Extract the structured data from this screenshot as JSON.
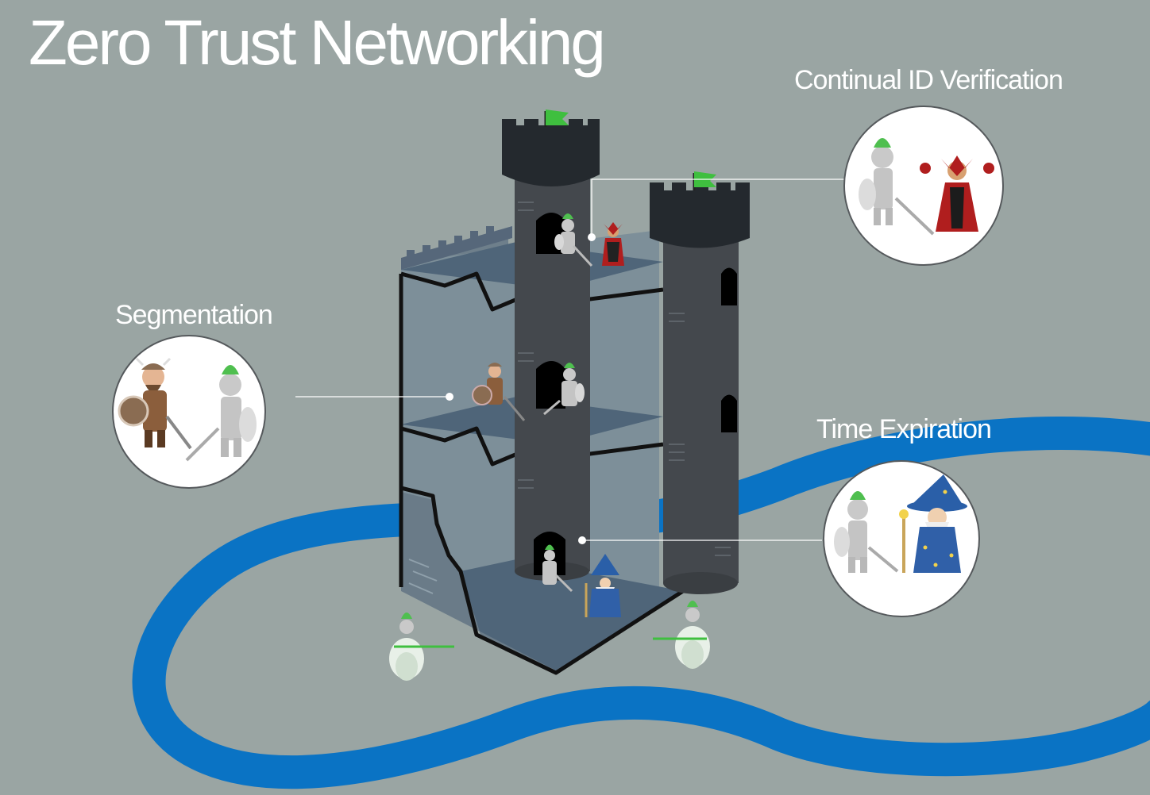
{
  "title": "Zero Trust Networking",
  "callouts": {
    "verification": "Continual ID Verification",
    "segmentation": "Segmentation",
    "expiration": "Time Expiration"
  },
  "colors": {
    "background": "#9aa5a3",
    "river": "#0a73c4",
    "tower": "#44484d",
    "castle_wall": "#7b8c97",
    "floor": "#4f6579",
    "flag": "#3fbf3f"
  }
}
